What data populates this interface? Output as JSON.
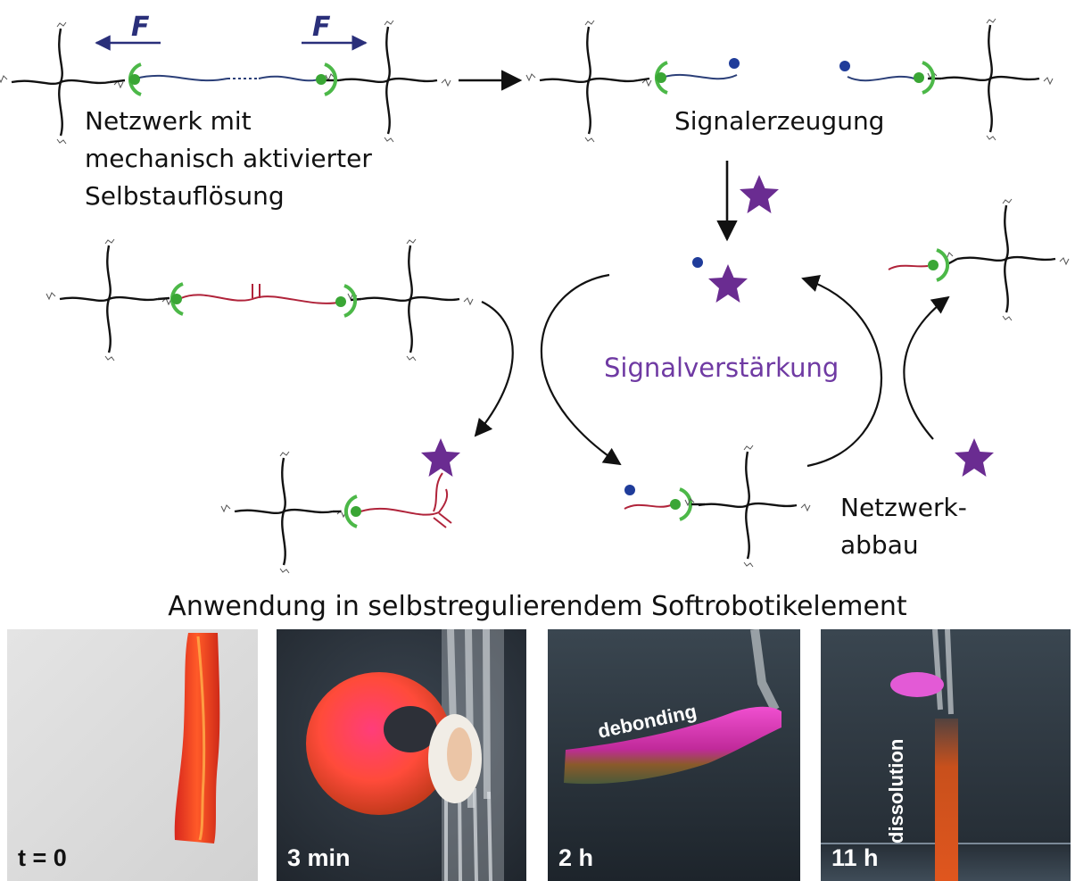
{
  "diagram": {
    "force_left": "F",
    "force_right": "F",
    "network_label": [
      "Netzwerk mit",
      "mechanisch aktivierter",
      "Selbstauflösung"
    ],
    "signal_generation": "Signalerzeugung",
    "signal_amplification": "Signalverstärkung",
    "network_degradation": [
      "Netzwerk-",
      "abbau"
    ]
  },
  "application": {
    "title": "Anwendung in selbstregulierendem Softrobotikelement",
    "panels": [
      {
        "time": "t = 0",
        "label": ""
      },
      {
        "time": "3 min",
        "label": ""
      },
      {
        "time": "2 h",
        "label": "debonding"
      },
      {
        "time": "11 h",
        "label": "dissolution"
      }
    ]
  },
  "colors": {
    "chain": "#111111",
    "linker_blue": "#2b3f78",
    "linker_red": "#b0233a",
    "ring_green": "#4cb848",
    "dot_green": "#3aa635",
    "dot_blue": "#1f3c9a",
    "star_purple": "#6a2c91",
    "amplification_text": "#6f3aa3"
  }
}
